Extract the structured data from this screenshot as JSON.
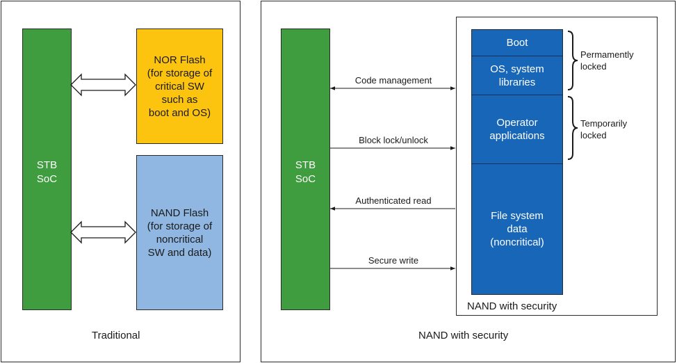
{
  "traditional": {
    "caption": "Traditional",
    "soc_label": "STB\nSoC",
    "nor_label": "NOR Flash\n(for storage of\ncritical SW\nsuch as\nboot and OS)",
    "nand_label": "NAND Flash\n(for storage of\nnoncritical\nSW and data)"
  },
  "secure": {
    "caption": "NAND with security",
    "soc_label": "STB\nSoC",
    "container_label": "NAND with security",
    "segments": [
      {
        "label": "Boot"
      },
      {
        "label": "OS, system\nlibraries"
      },
      {
        "label": "Operator\napplications"
      },
      {
        "label": "File system\ndata\n(noncritical)"
      }
    ],
    "arrows": [
      {
        "label": "Code management",
        "direction": "both"
      },
      {
        "label": "Block lock/unlock",
        "direction": "right"
      },
      {
        "label": "Authenticated read",
        "direction": "left"
      },
      {
        "label": "Secure write",
        "direction": "right"
      }
    ],
    "brackets": [
      {
        "label": "Permamently\nlocked"
      },
      {
        "label": "Temporarily\nlocked"
      }
    ]
  },
  "colors": {
    "soc_green": "#3f9c3f",
    "nor_yellow": "#fcc30f",
    "nand_light_blue": "#8fb7e2",
    "nand_dark_blue": "#1866b8"
  }
}
